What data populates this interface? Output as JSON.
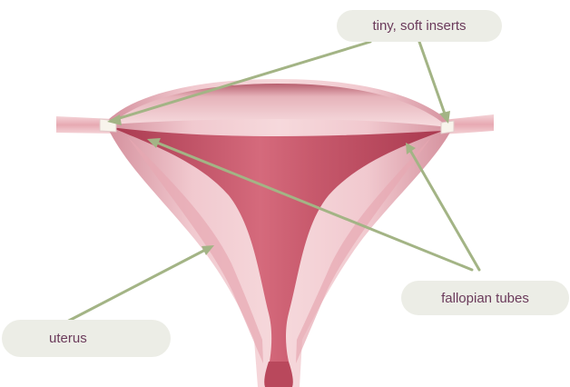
{
  "labels": {
    "inserts": "tiny, soft inserts",
    "tubes": "fallopian tubes",
    "uterus": "uterus"
  },
  "colors": {
    "label_background": "#ecede6",
    "label_text": "#6b3b5b",
    "leader_line": "#a3b485",
    "uterus_wall": "#edbcc4",
    "uterus_cavity": "#c45669",
    "insert": "#f8f4ec"
  }
}
